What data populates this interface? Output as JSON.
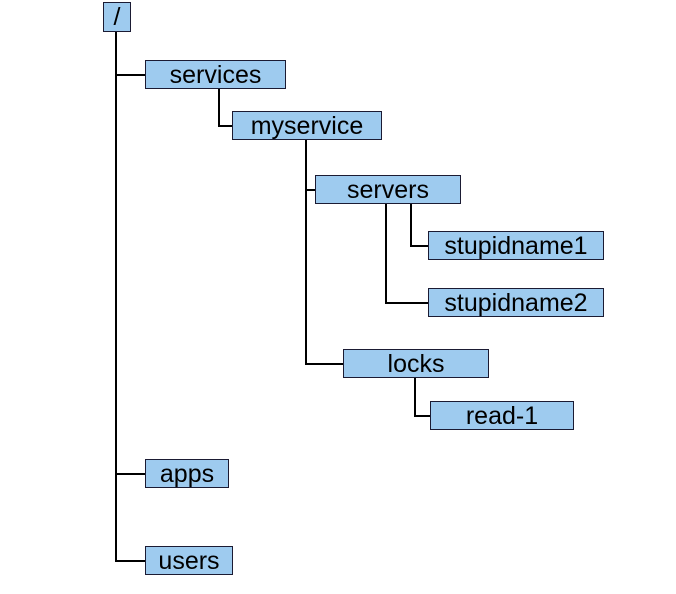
{
  "diagram": {
    "type": "tree",
    "title": "",
    "background_color": "#ffffff",
    "node_fill_color": "#9ecbef",
    "node_border_color": "#1b1b33",
    "edge_color": "#000000",
    "text_color": "#000000",
    "nodes": [
      {
        "id": "root",
        "label": "/",
        "depth": 0,
        "parent": null
      },
      {
        "id": "services",
        "label": "services",
        "depth": 1,
        "parent": "root"
      },
      {
        "id": "myservice",
        "label": "myservice",
        "depth": 2,
        "parent": "services"
      },
      {
        "id": "servers",
        "label": "servers",
        "depth": 3,
        "parent": "myservice"
      },
      {
        "id": "stupidname1",
        "label": "stupidname1",
        "depth": 4,
        "parent": "servers"
      },
      {
        "id": "stupidname2",
        "label": "stupidname2",
        "depth": 4,
        "parent": "servers"
      },
      {
        "id": "locks",
        "label": "locks",
        "depth": 3,
        "parent": "myservice"
      },
      {
        "id": "read1",
        "label": "read-1",
        "depth": 4,
        "parent": "locks"
      },
      {
        "id": "apps",
        "label": "apps",
        "depth": 1,
        "parent": "root"
      },
      {
        "id": "users",
        "label": "users",
        "depth": 1,
        "parent": "root"
      }
    ]
  }
}
